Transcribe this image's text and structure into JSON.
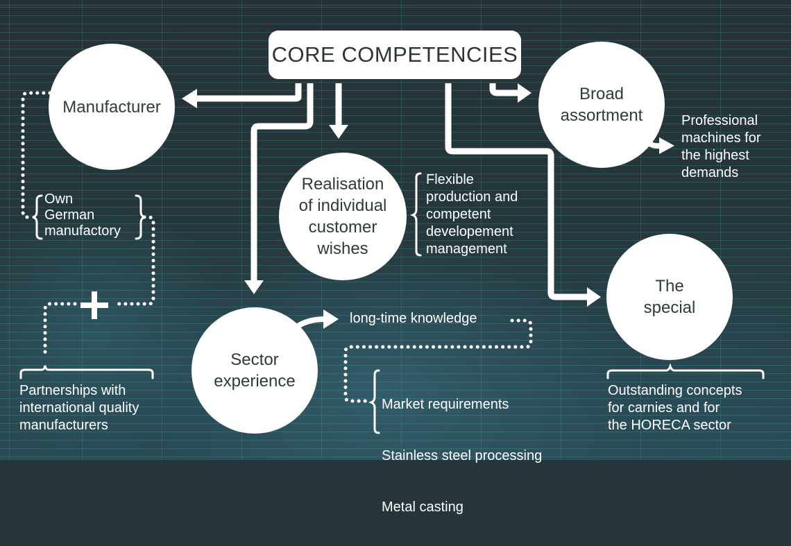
{
  "title": "CORE COMPETENCIES",
  "nodes": {
    "manufacturer": "Manufacturer",
    "broad_assortment": "Broad\nassortment",
    "realisation": "Realisation\nof individual\ncustomer\nwishes",
    "sector_experience": "Sector\nexperience",
    "the_special": "The\nspecial"
  },
  "notes": {
    "own_german_manufactory": "Own\nGerman\nmanufactory",
    "partnerships": "Partnerships with\ninternational quality\nmanufacturers",
    "professional_machines": "Professional\nmachines for\nthe highest\ndemands",
    "flexible_production": "Flexible\nproduction and\ncompetent\ndevelopement\nmanagement",
    "long_time_knowledge": "long-time knowledge",
    "sector_items": [
      "Market requirements",
      "Stainless steel processing",
      "Metal casting"
    ],
    "outstanding_concepts": "Outstanding concepts\nfor carnies and for\nthe HORECA sector"
  },
  "icons": {
    "plus": "plus-icon"
  },
  "colors": {
    "background": "#27343a",
    "grid_line": "#46aaa0",
    "foreground": "#ffffff",
    "node_text": "#2f3a3c"
  }
}
